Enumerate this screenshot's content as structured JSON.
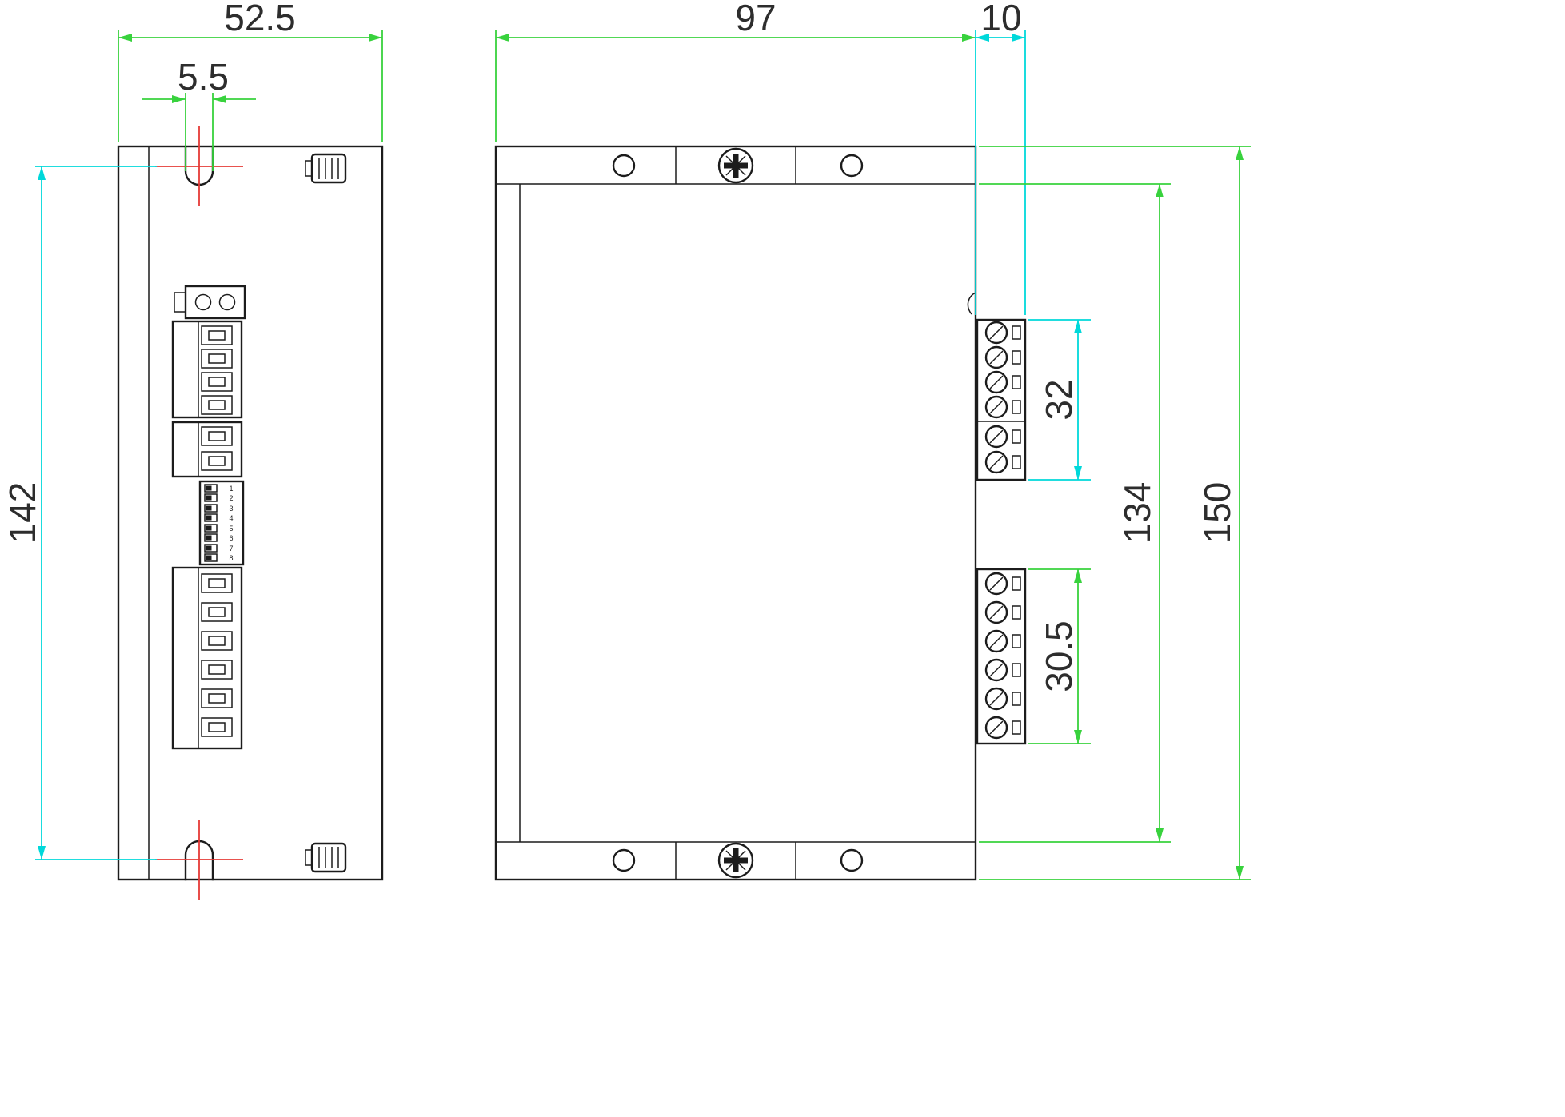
{
  "drawing": {
    "dim_side_depth": "52.5",
    "dim_slot_width": "5.5",
    "dim_hole_spacing": "142",
    "dim_body_width": "97",
    "dim_terminal_depth": "10",
    "dim_top_connector_height": "32",
    "dim_bottom_connector_height": "30.5",
    "dim_inner_height": "134",
    "dim_overall_height": "150"
  },
  "dip_labels": [
    "1",
    "2",
    "3",
    "4",
    "5",
    "6",
    "7",
    "8"
  ],
  "colors": {
    "dim_green": "#38d23d",
    "dim_cyan": "#00d8da",
    "centerline_red": "#e53935",
    "line_dark": "#1c1c1c",
    "text_dark": "#2d2d2d",
    "bg": "#ffffff"
  }
}
